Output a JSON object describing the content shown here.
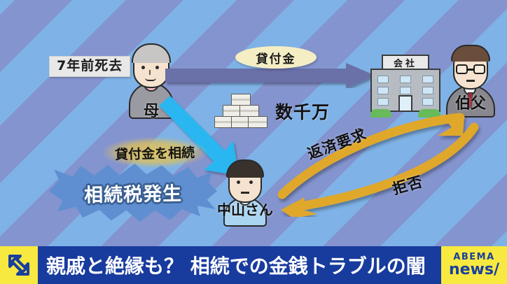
{
  "background": {
    "stripe_color_light": "#7fb2e6",
    "stripe_color_dark": "#8494cf"
  },
  "diagram": {
    "labels": {
      "death": "7年前死去",
      "loan": "貸付金",
      "amount": "数千万",
      "inherit": "貸付金を相続",
      "tax": "相続税発生",
      "demand": "返済要求",
      "refuse": "拒否"
    },
    "figures": {
      "mother": "母",
      "nakayama": "中山さん",
      "uncle": "伯父",
      "company": "会社"
    },
    "colors": {
      "loan_arrow": "#6a6fa8",
      "inherit_arrow": "#29b6f0",
      "gold_arrow": "#e0a829",
      "burst": "#5f8fd0",
      "loan_pill": "#f5eec4",
      "glow": "#e2c45c"
    }
  },
  "banner": {
    "icon": "refresh-loop-icon",
    "title": "親戚と絶縁も？ 相続での金銭トラブルの闇",
    "logo_top": "ABEMA",
    "logo_bottom": "news/",
    "bg_color": "#183b9e",
    "accent_color": "#f7e93f",
    "logo_text_color": "#1a3f9e"
  }
}
